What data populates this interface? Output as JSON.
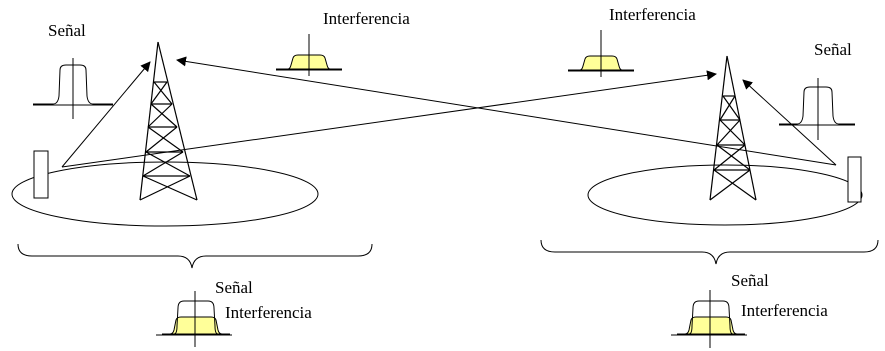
{
  "labels": {
    "signal_left": "Señal",
    "interference_top_left": "Interferencia",
    "interference_top_right": "Interferencia",
    "signal_right": "Señal",
    "bottom_left_signal": "Señal",
    "bottom_left_interference": "Interferencia",
    "bottom_right_signal": "Señal",
    "bottom_right_interference": "Interferencia"
  },
  "colors": {
    "interference_fill": "#ffff99",
    "stroke": "#000000"
  }
}
